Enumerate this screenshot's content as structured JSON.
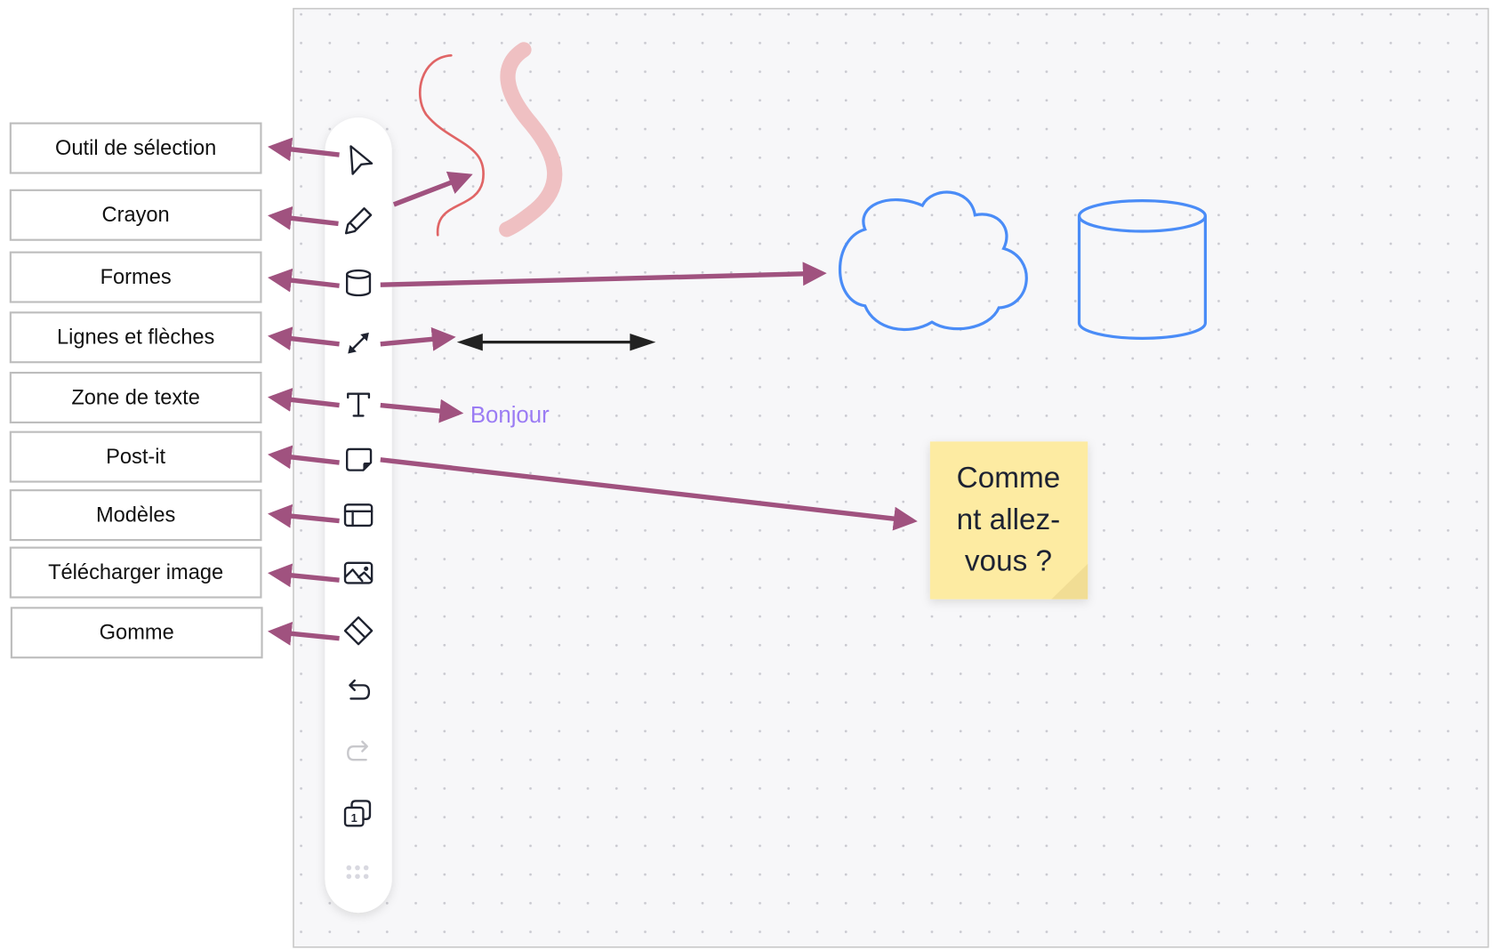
{
  "labels": [
    "Outil de sélection",
    "Crayon",
    "Formes",
    "Lignes et flèches",
    "Zone de texte",
    "Post-it",
    "Modèles",
    "Télécharger image",
    "Gomme"
  ],
  "toolbar": {
    "tools": [
      "select-icon",
      "pencil-icon",
      "shape-icon",
      "line-arrow-icon",
      "text-icon",
      "sticky-note-icon",
      "templates-icon",
      "image-upload-icon",
      "eraser-icon",
      "undo-icon",
      "redo-icon",
      "pages-icon",
      "more-icon"
    ],
    "pages_count": "1"
  },
  "canvas": {
    "text_item": "Bonjour",
    "sticky_note": [
      "Comme",
      "nt allez-",
      "vous ?"
    ]
  },
  "colors": {
    "annotation": "#a0527f",
    "shape_stroke": "#4a8cf7",
    "text_item": "#9b7cf4",
    "sticky": "#fdeba2",
    "pen_thin": "#e06566",
    "pen_thick": "#efc0c2"
  }
}
